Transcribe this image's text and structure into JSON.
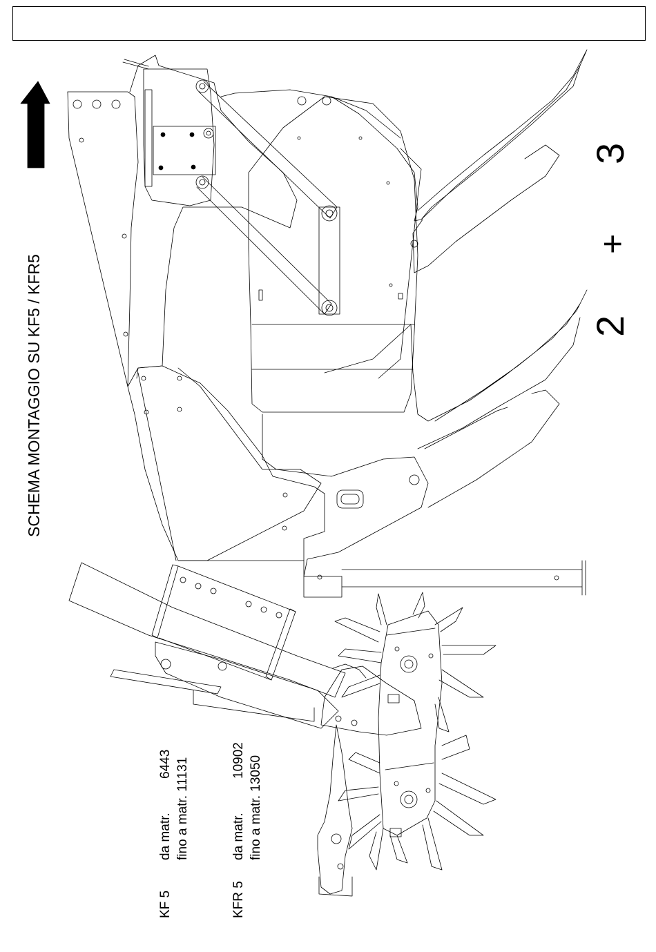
{
  "title": "SCHEMA MONTAGGIO SU KF5 / KFR5",
  "assembly_numbers": {
    "first": "2",
    "plus": "+",
    "second": "3"
  },
  "serial_ranges": [
    {
      "model": "KF 5",
      "from_label": "da matr.",
      "from_value": "6443",
      "to_text": "fino a matr. 11131"
    },
    {
      "model": "KFR 5",
      "from_label": "da matr.",
      "from_value": "10902",
      "to_text": "fino a matr. 13050"
    }
  ],
  "icons": {
    "direction": "arrow-up-icon"
  },
  "colors": {
    "line": "#000000",
    "background": "#ffffff"
  }
}
